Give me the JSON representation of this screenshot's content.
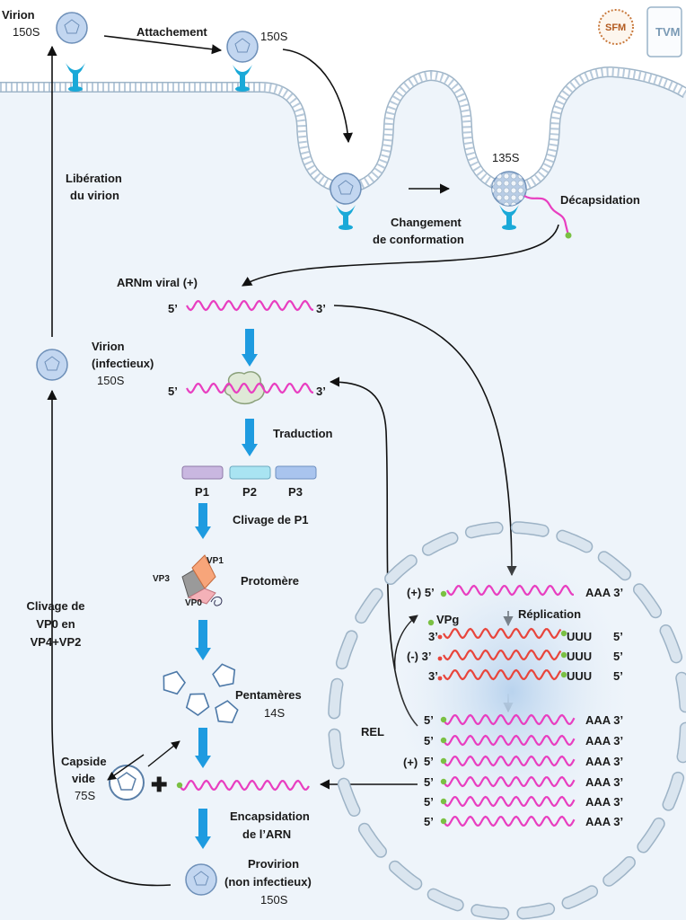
{
  "labels": {
    "virion_top": "Virion",
    "virion_top_s": "150S",
    "attachement": "Attachement",
    "s150_b": "150S",
    "s135": "135S",
    "changement_1": "Changement",
    "changement_2": "de conformation",
    "decapsidation": "Décapsidation",
    "liberation_1": "Libération",
    "liberation_2": "du virion",
    "arnm": "ARNm viral (+)",
    "five": "5’",
    "three": "3’",
    "virion_inf_1": "Virion",
    "virion_inf_2": "(infectieux)",
    "virion_inf_s": "150S",
    "traduction": "Traduction",
    "p1": "P1",
    "p2": "P2",
    "p3": "P3",
    "clivage_p1": "Clivage de P1",
    "vp1": "VP1",
    "vp3": "VP3",
    "vp0": "VP0",
    "protomere": "Protomère",
    "clivage_vp0_1": "Clivage de",
    "clivage_vp0_2": "VP0 en",
    "clivage_vp0_3": "VP4+VP2",
    "pentameres": "Pentamères",
    "s14": "14S",
    "capside_1": "Capside",
    "capside_2": "vide",
    "s75": "75S",
    "rel": "REL",
    "plus": "(+)",
    "minus": "(-)",
    "plus5": "(+) 5’",
    "minus3": "(-) 3’",
    "vpg": "VPg",
    "replication": "Réplication",
    "aaa3": "AAA 3’",
    "uuu5": "UUU",
    "encaps_1": "Encapsidation",
    "encaps_2": "de l’ARN",
    "provirion_1": "Provirion",
    "provirion_2": "(non infectieux)",
    "provirion_s": "150S",
    "logo_sfm": "SFM",
    "logo_tvm": "TVM"
  },
  "colors": {
    "cytoplasm": "#eef4fa",
    "membrane": "#a9c3d9",
    "receptor": "#1aa9d8",
    "virion": "#c2d6f0",
    "arrow_blue": "#1e9be0",
    "rna_pink": "#e83ec0",
    "rna_red": "#e8453c",
    "vpg_green": "#7ac043",
    "p1": "#c9b7e0",
    "p2": "#a9e4f2",
    "p3": "#a9c4ee",
    "rel_fill": "#dae5ef",
    "rel_stroke": "#9db3c6"
  }
}
